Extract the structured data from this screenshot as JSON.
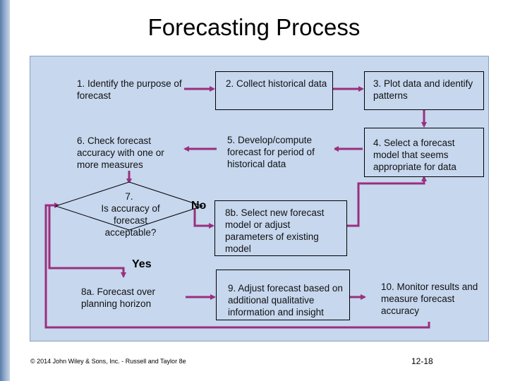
{
  "title": "Forecasting Process",
  "steps": {
    "s1": "1. Identify the purpose of forecast",
    "s2": "2. Collect historical data",
    "s3": "3. Plot data and identify patterns",
    "s4": "4. Select a forecast model that seems appropriate for data",
    "s5": "5. Develop/compute forecast for period of historical data",
    "s6": "6. Check forecast accuracy with one or more measures",
    "s7_num": "7.",
    "s7": "Is accuracy of forecast acceptable?",
    "s8a": "8a. Forecast over planning horizon",
    "s8b": "8b. Select new forecast model or adjust parameters of existing model",
    "s9": "9. Adjust forecast based on additional qualitative information and insight",
    "s10": "10. Monitor results and measure forecast accuracy"
  },
  "labels": {
    "no": "No",
    "yes": "Yes"
  },
  "footer": "© 2014 John Wiley & Sons, Inc. - Russell and Taylor 8e",
  "page": "12-18",
  "colors": {
    "panel": "#c6d7ee",
    "arrow": "#9b2f7e",
    "sidebar": "#5a7ca8"
  }
}
